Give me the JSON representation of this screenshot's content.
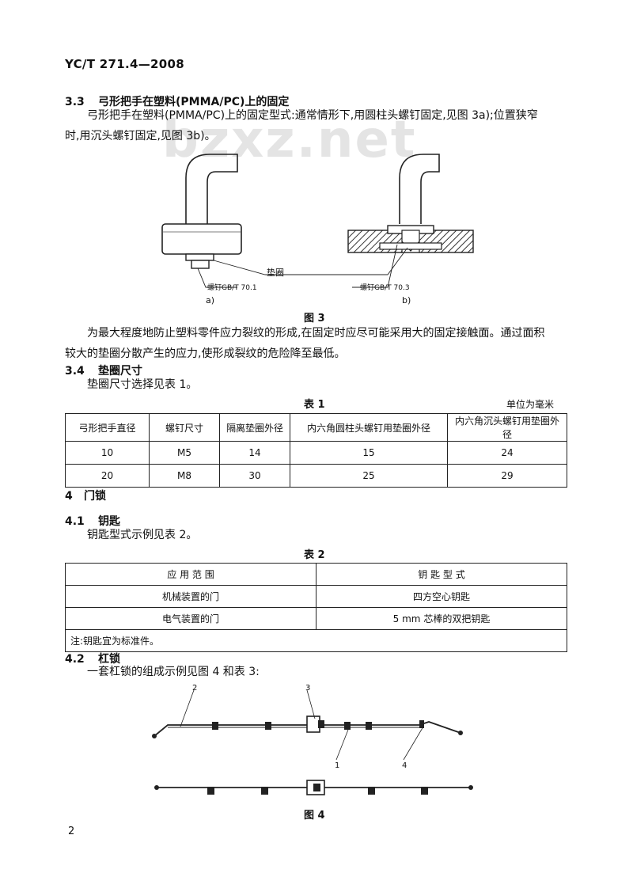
{
  "header": "YC/T 271.4—2008",
  "watermark": "bzxz.net",
  "s33": {
    "num": "3.3",
    "title": "弓形把手在塑料(PMMA/PC)上的固定",
    "line1": "弓形把手在塑料(PMMA/PC)上的固定型式:通常情形下,用圆柱头螺钉固定,见图 3a);位置狭窄",
    "line2": "时,用沉头螺钉固定,见图 3b)。"
  },
  "fig3": {
    "gasket": "垫圈",
    "screw_a": "螺钉GB/T 70.1",
    "screw_b": "螺钉GB/T 70.3",
    "sub_a": "a)",
    "sub_b": "b)",
    "caption": "图 3"
  },
  "para2": {
    "line1": "为最大程度地防止塑料零件应力裂纹的形成,在固定时应尽可能采用大的固定接触面。通过面积",
    "line2": "较大的垫圈分散产生的应力,使形成裂纹的危险降至最低。"
  },
  "s34": {
    "num": "3.4",
    "title": "垫圈尺寸",
    "intro": "垫圈尺寸选择见表 1。"
  },
  "table1": {
    "title": "表 1",
    "unit": "单位为毫米",
    "headers": [
      "弓形把手直径",
      "螺钉尺寸",
      "隔离垫圈外径",
      "内六角圆柱头螺钉用垫圈外径",
      "内六角沉头螺钉用垫圈外径"
    ],
    "rows": [
      [
        "10",
        "M5",
        "14",
        "15",
        "24"
      ],
      [
        "20",
        "M8",
        "30",
        "25",
        "29"
      ]
    ]
  },
  "s4": {
    "num": "4",
    "title": "门锁"
  },
  "s41": {
    "num": "4.1",
    "title": "钥匙",
    "intro": "钥匙型式示例见表 2。"
  },
  "table2": {
    "title": "表 2",
    "headers": [
      "应 用 范 围",
      "钥 匙 型 式"
    ],
    "rows": [
      [
        "机械装置的门",
        "四方空心钥匙"
      ],
      [
        "电气装置的门",
        "5 mm 芯棒的双把钥匙"
      ]
    ],
    "note": "注:钥匙宜为标准件。"
  },
  "s42": {
    "num": "4.2",
    "title": "杠锁",
    "intro": "一套杠锁的组成示例见图 4 和表 3:"
  },
  "fig4": {
    "labels": [
      "2",
      "3",
      "1",
      "4"
    ],
    "caption": "图 4"
  },
  "page_number": "2"
}
